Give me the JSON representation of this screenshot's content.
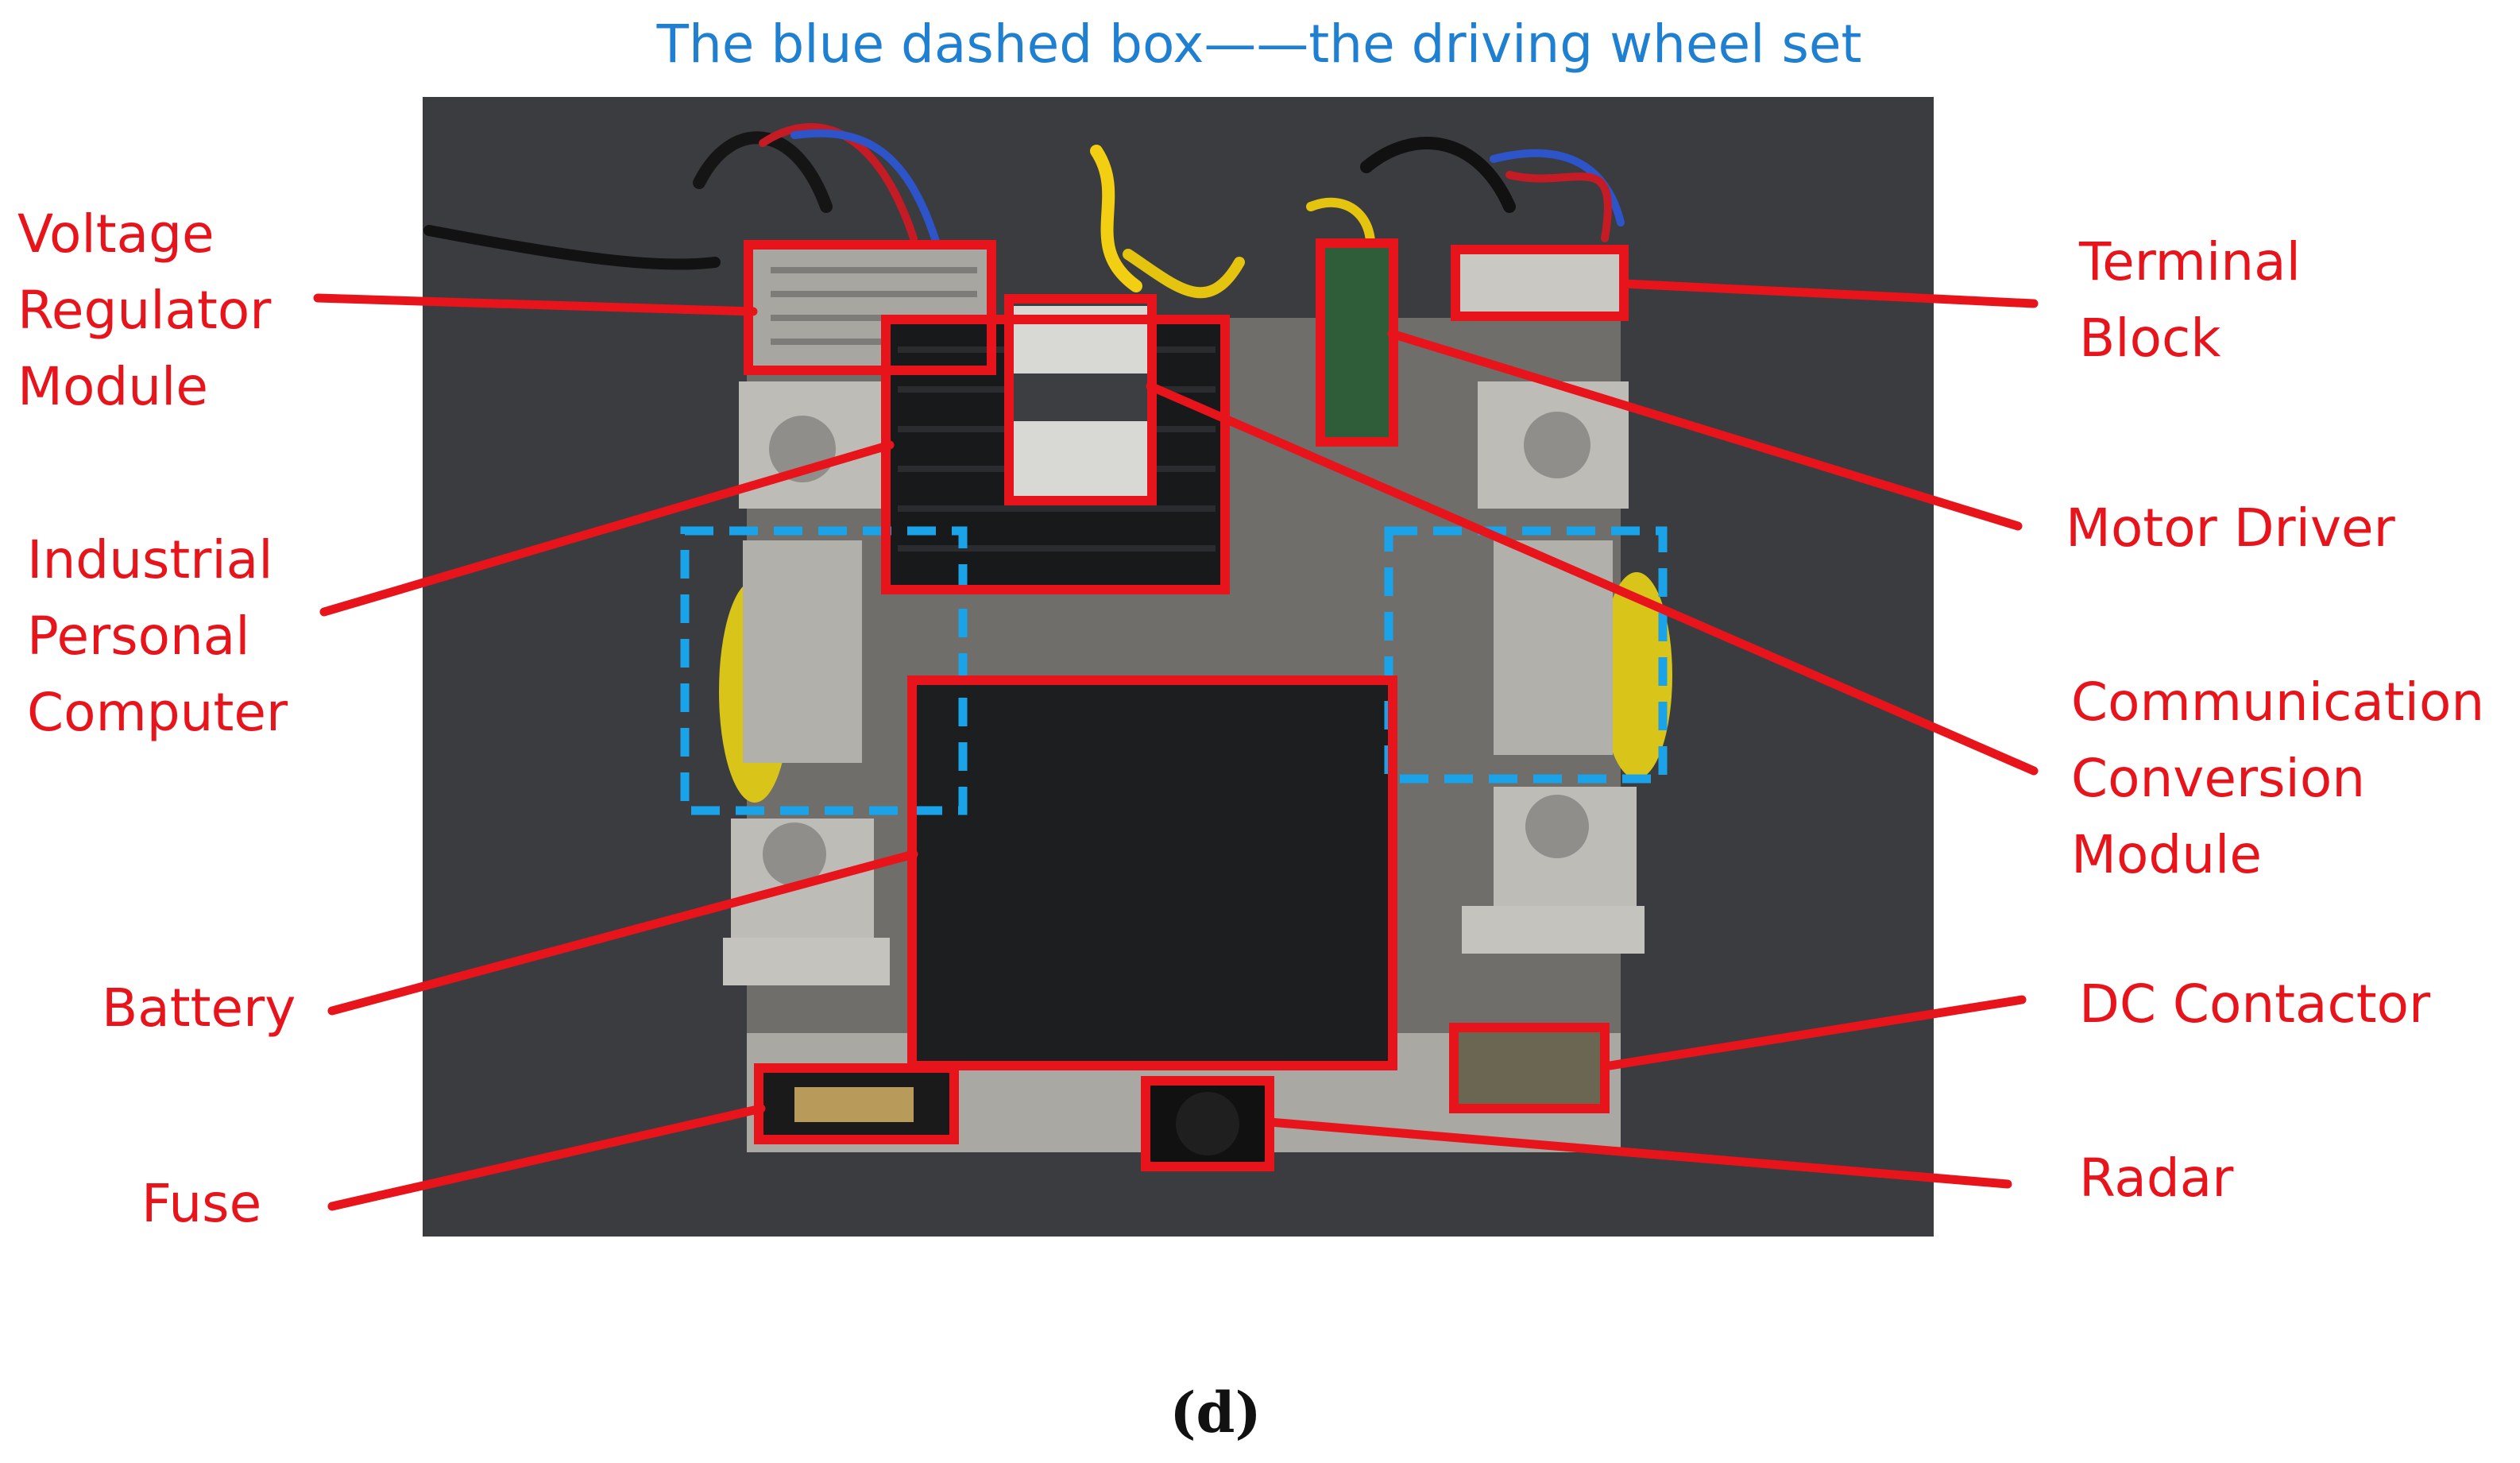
{
  "title": "The blue dashed box——the driving wheel set",
  "panel_label": "(d)",
  "colors": {
    "annotation": "#e8141b",
    "title": "#1f7fd0",
    "dashed_box": "#1aa3e8",
    "photo_background": "#3b3c3f"
  },
  "labels": {
    "voltage_regulator": [
      "Voltage",
      "Regulator",
      "Module"
    ],
    "industrial_pc": [
      "Industrial",
      "Personal",
      "Computer"
    ],
    "battery": [
      "Battery"
    ],
    "fuse": [
      "Fuse"
    ],
    "terminal_block": [
      "Terminal",
      "Block"
    ],
    "motor_driver": [
      "Motor Driver"
    ],
    "comm_conversion": [
      "Communication",
      "Conversion",
      "Module"
    ],
    "dc_contactor": [
      "DC Contactor"
    ],
    "radar": [
      "Radar"
    ]
  }
}
